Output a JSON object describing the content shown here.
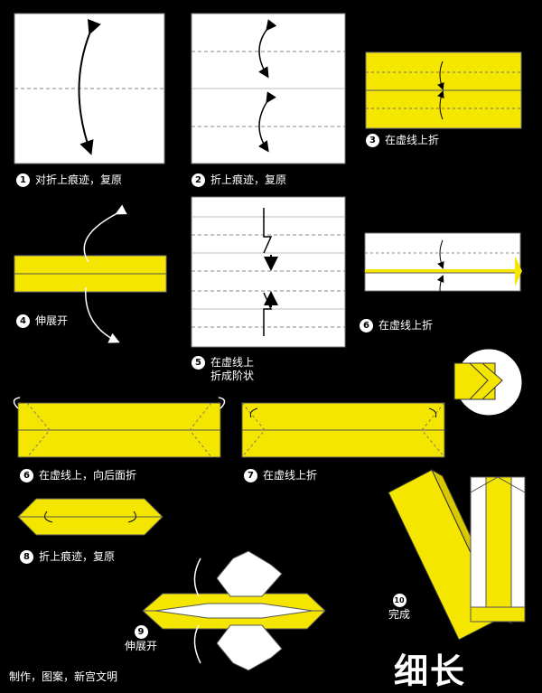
{
  "colors": {
    "paper": "#ffffff",
    "folded": "#f5e600",
    "background": "#000000",
    "fold_line": "#888888"
  },
  "steps": [
    {
      "num": "1",
      "text": "对折上痕迹，复原"
    },
    {
      "num": "2",
      "text": "折上痕迹，复原"
    },
    {
      "num": "3",
      "text": "在虚线上折"
    },
    {
      "num": "4",
      "text": "伸展开"
    },
    {
      "num": "5",
      "line1": "在虚线上",
      "line2": "折成阶状"
    },
    {
      "num": "6",
      "text": "在虚线上折"
    },
    {
      "num": "6",
      "text": "在虚线上，向后面折"
    },
    {
      "num": "7",
      "text": "在虚线上折"
    },
    {
      "num": "8",
      "text": "折上痕迹，复原"
    },
    {
      "num": "9",
      "text": "伸展开"
    },
    {
      "num": "10",
      "text": "完成"
    }
  ],
  "title": "细长",
  "credit": "制作，图案，新宫文明",
  "icons": [
    "curved-arrow-icon",
    "step-fold-arrow-icon",
    "magnifier-circle-icon"
  ]
}
